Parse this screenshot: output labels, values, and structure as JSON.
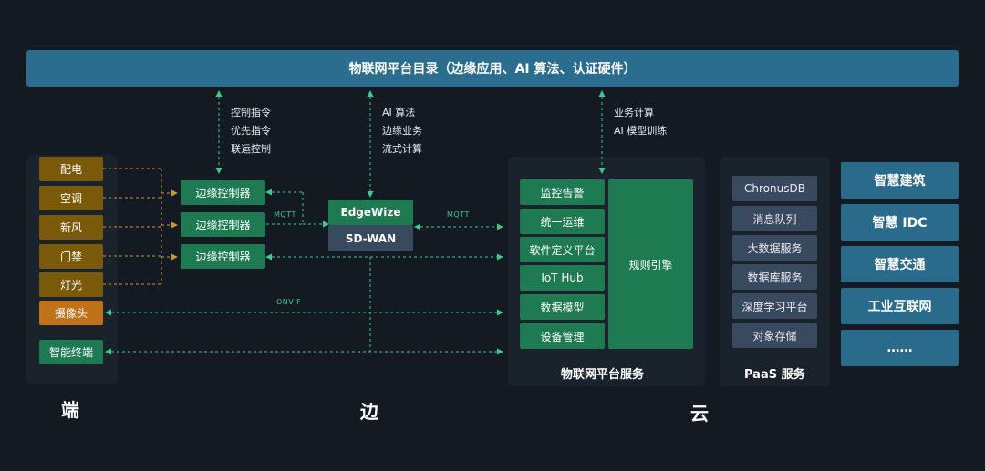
{
  "title": "物联网平台目录（边缘应用、AI 算法、认证硬件）",
  "sections": {
    "end": "端",
    "edge": "边",
    "cloud": "云"
  },
  "devices": [
    {
      "label": "配电",
      "color": "#7a5a0a"
    },
    {
      "label": "空调",
      "color": "#7a5a0a"
    },
    {
      "label": "新风",
      "color": "#7a5a0a"
    },
    {
      "label": "门禁",
      "color": "#7a5a0a"
    },
    {
      "label": "灯光",
      "color": "#7a5a0a"
    },
    {
      "label": "摄像头",
      "color": "#c0721a"
    },
    {
      "label": "智能终端",
      "color": "#1e7a50"
    }
  ],
  "edge_controllers": [
    "边缘控制器",
    "边缘控制器",
    "边缘控制器"
  ],
  "edgewize": {
    "title": "EdgeWize",
    "sub": "SD-WAN"
  },
  "annotations": {
    "control": [
      "控制指令",
      "优先指令",
      "联运控制"
    ],
    "ai": [
      "AI 算法",
      "边缘业务",
      "流式计算"
    ],
    "business": [
      "业务计算",
      "AI 模型训练"
    ]
  },
  "protocols": {
    "mqtt_left": "MQTT",
    "mqtt_right": "MQTT",
    "onvif": "ONVIF"
  },
  "platform_services": {
    "items": [
      "监控告警",
      "统一运维",
      "软件定义平台",
      "IoT Hub",
      "数据模型",
      "设备管理"
    ],
    "rule_engine": "规则引擎",
    "caption": "物联网平台服务"
  },
  "paas": {
    "items": [
      "ChronusDB",
      "消息队列",
      "大数据服务",
      "数据库服务",
      "深度学习平台",
      "对象存储"
    ],
    "caption": "PaaS 服务"
  },
  "apps": [
    "智慧建筑",
    "智慧 IDC",
    "智慧交通",
    "工业互联网",
    "……"
  ],
  "colors": {
    "background": "#131a22",
    "panel": "#1a222c",
    "topbar": "#2a6d8f",
    "green": "#1e7a50",
    "device_gold": "#7a5a0a",
    "camera_orange": "#c0721a",
    "paas_gray": "#3a4a5e",
    "app_blue": "#2a6b8c",
    "link_green": "#3fc98a",
    "link_gold": "#c89a2a"
  }
}
